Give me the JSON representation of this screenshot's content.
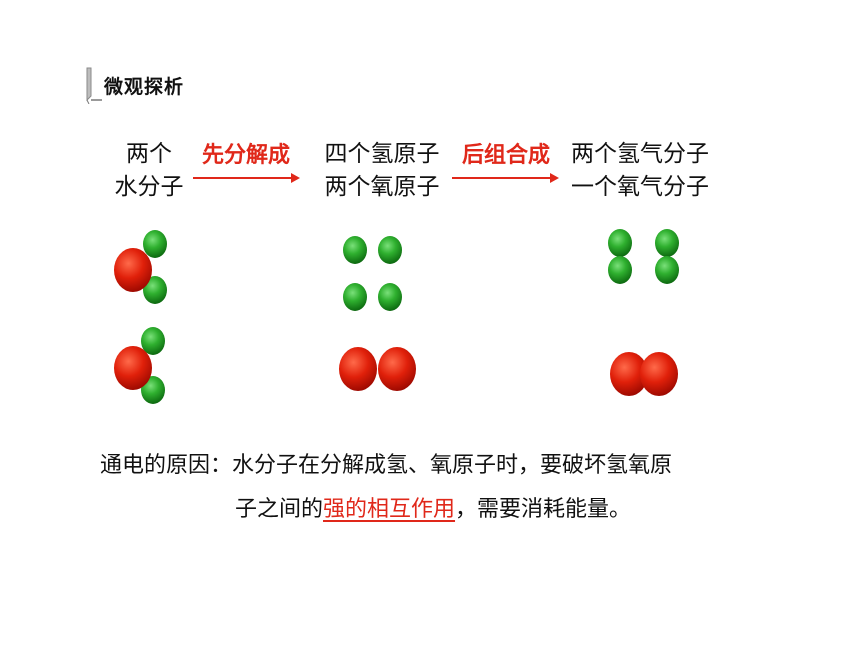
{
  "header": {
    "title": "微观探析"
  },
  "states": {
    "left_line1": "两个",
    "left_line2": "水分子",
    "middle_line1": "四个氢原子",
    "middle_line2": "两个氧原子",
    "right_line1": "两个氢气分子",
    "right_line2": "一个氧气分子"
  },
  "steps": {
    "first": "先分解成",
    "second": "后组合成"
  },
  "colors": {
    "accent": "#e0281a",
    "hydrogen": "#2fb02f",
    "oxygen": "#e0200a"
  },
  "explanation": {
    "line1": "通电的原因：水分子在分解成氢、氧原子时，要破坏氢氧原",
    "line2_prefix": "子之间的",
    "line2_highlight": "强的相互作用",
    "line2_suffix": "，需要消耗能量。"
  }
}
